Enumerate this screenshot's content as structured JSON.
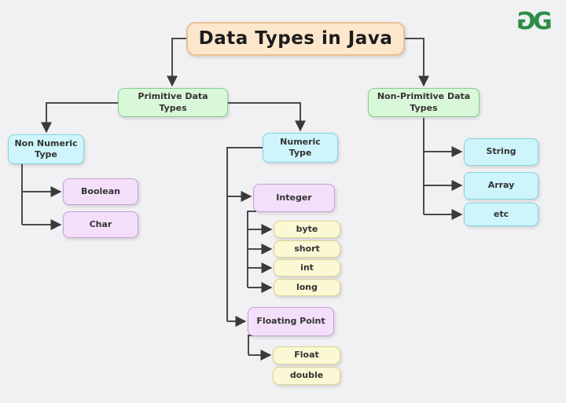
{
  "diagram": {
    "title": "Data Types in Java",
    "background_color": "#f1f1f3",
    "connector_color": "#454545",
    "logo": {
      "name": "geeksforgeeks-logo",
      "color": "#2f8d46"
    },
    "palette": {
      "title_box": "#fde7cc",
      "category_box": "#d9f8d9",
      "type_box": "#cef5fb",
      "subtype_box": "#f3dffa",
      "leaf_box": "#fbf8d4"
    },
    "nodes": {
      "title": {
        "label": "Data Types in Java"
      },
      "primitive": {
        "label": "Primitive Data\nTypes"
      },
      "non_primitive": {
        "label": "Non-Primitive Data\nTypes"
      },
      "non_numeric": {
        "label": "Non Numeric\nType"
      },
      "numeric": {
        "label": "Numeric\nType"
      },
      "boolean": {
        "label": "Boolean"
      },
      "char": {
        "label": "Char"
      },
      "integer": {
        "label": "Integer"
      },
      "byte": {
        "label": "byte"
      },
      "short": {
        "label": "short"
      },
      "int": {
        "label": "int"
      },
      "long": {
        "label": "long"
      },
      "floating_point": {
        "label": "Floating Point"
      },
      "float": {
        "label": "Float"
      },
      "double": {
        "label": "double"
      },
      "string": {
        "label": "String"
      },
      "array": {
        "label": "Array"
      },
      "etc": {
        "label": "etc"
      }
    },
    "edges": [
      [
        "title",
        "primitive"
      ],
      [
        "title",
        "non_primitive"
      ],
      [
        "primitive",
        "non_numeric"
      ],
      [
        "primitive",
        "numeric"
      ],
      [
        "non_numeric",
        "boolean"
      ],
      [
        "non_numeric",
        "char"
      ],
      [
        "numeric",
        "integer"
      ],
      [
        "numeric",
        "floating_point"
      ],
      [
        "integer",
        "byte"
      ],
      [
        "integer",
        "short"
      ],
      [
        "integer",
        "int"
      ],
      [
        "integer",
        "long"
      ],
      [
        "floating_point",
        "float"
      ],
      [
        "floating_point",
        "double"
      ],
      [
        "non_primitive",
        "string"
      ],
      [
        "non_primitive",
        "array"
      ],
      [
        "non_primitive",
        "etc"
      ]
    ]
  }
}
